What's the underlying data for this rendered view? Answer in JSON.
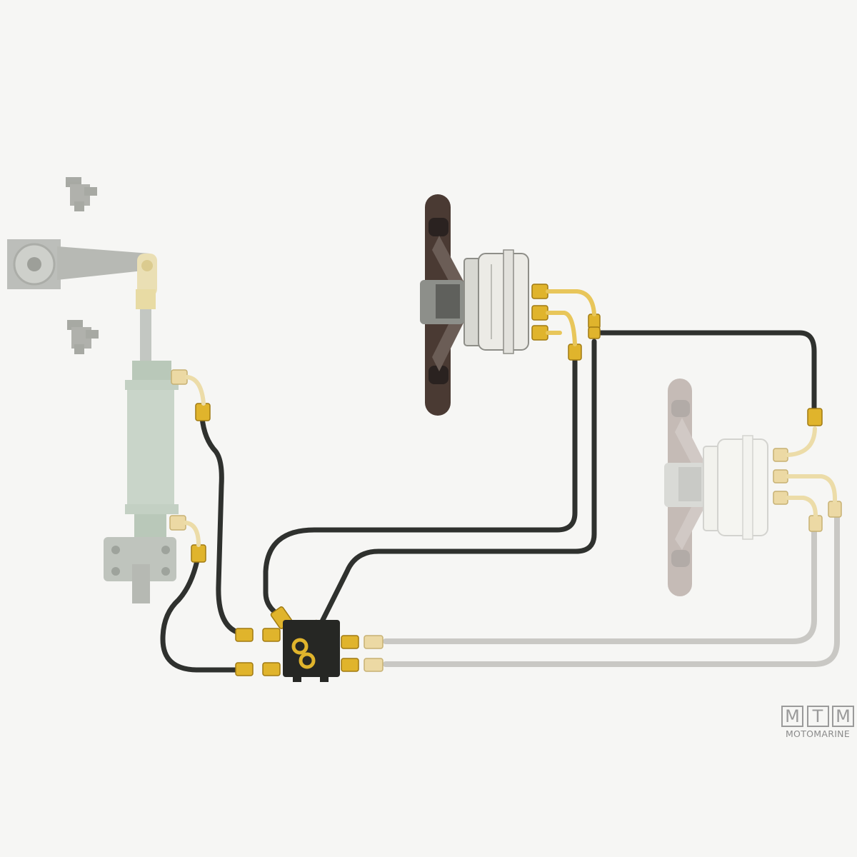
{
  "diagram": {
    "components": [
      {
        "id": "tiller-arm",
        "icon": "tiller-arm-icon"
      },
      {
        "id": "steering-cylinder",
        "icon": "hydraulic-cylinder-icon"
      },
      {
        "id": "helm-main",
        "icon": "steering-wheel-icon"
      },
      {
        "id": "helm-secondary",
        "icon": "steering-wheel-icon"
      },
      {
        "id": "valve-block",
        "icon": "valve-block-icon"
      }
    ],
    "colors": {
      "hose": "#2f312e",
      "hose_faded": "#c9c8c4",
      "fitting": "#e0b42c",
      "fitting_faded": "#ecd9a4",
      "wheel": "#4a3a33",
      "pump": "#ecebe6",
      "cylinder": "#c9d5c9",
      "block": "#262724"
    }
  },
  "logo": {
    "letters": [
      "M",
      "T",
      "M"
    ],
    "wordmark": "MOTOMARINE"
  }
}
